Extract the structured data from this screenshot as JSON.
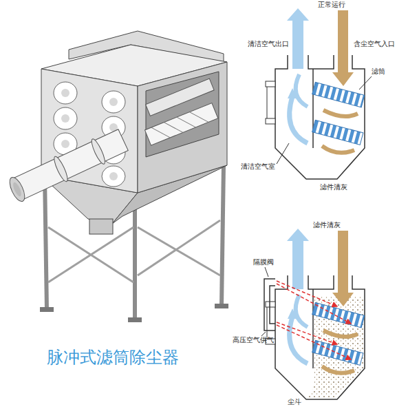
{
  "diagram": {
    "caption": "脉冲式滤筒除尘器",
    "labels": [
      "正常运行",
      "清洁空气出口",
      "含尘空气入口",
      "滤筒",
      "清洁空气室",
      "滤件清灰",
      "滤件清灰",
      "隔膜阀",
      "高压空气供气",
      "尘斗"
    ]
  }
}
